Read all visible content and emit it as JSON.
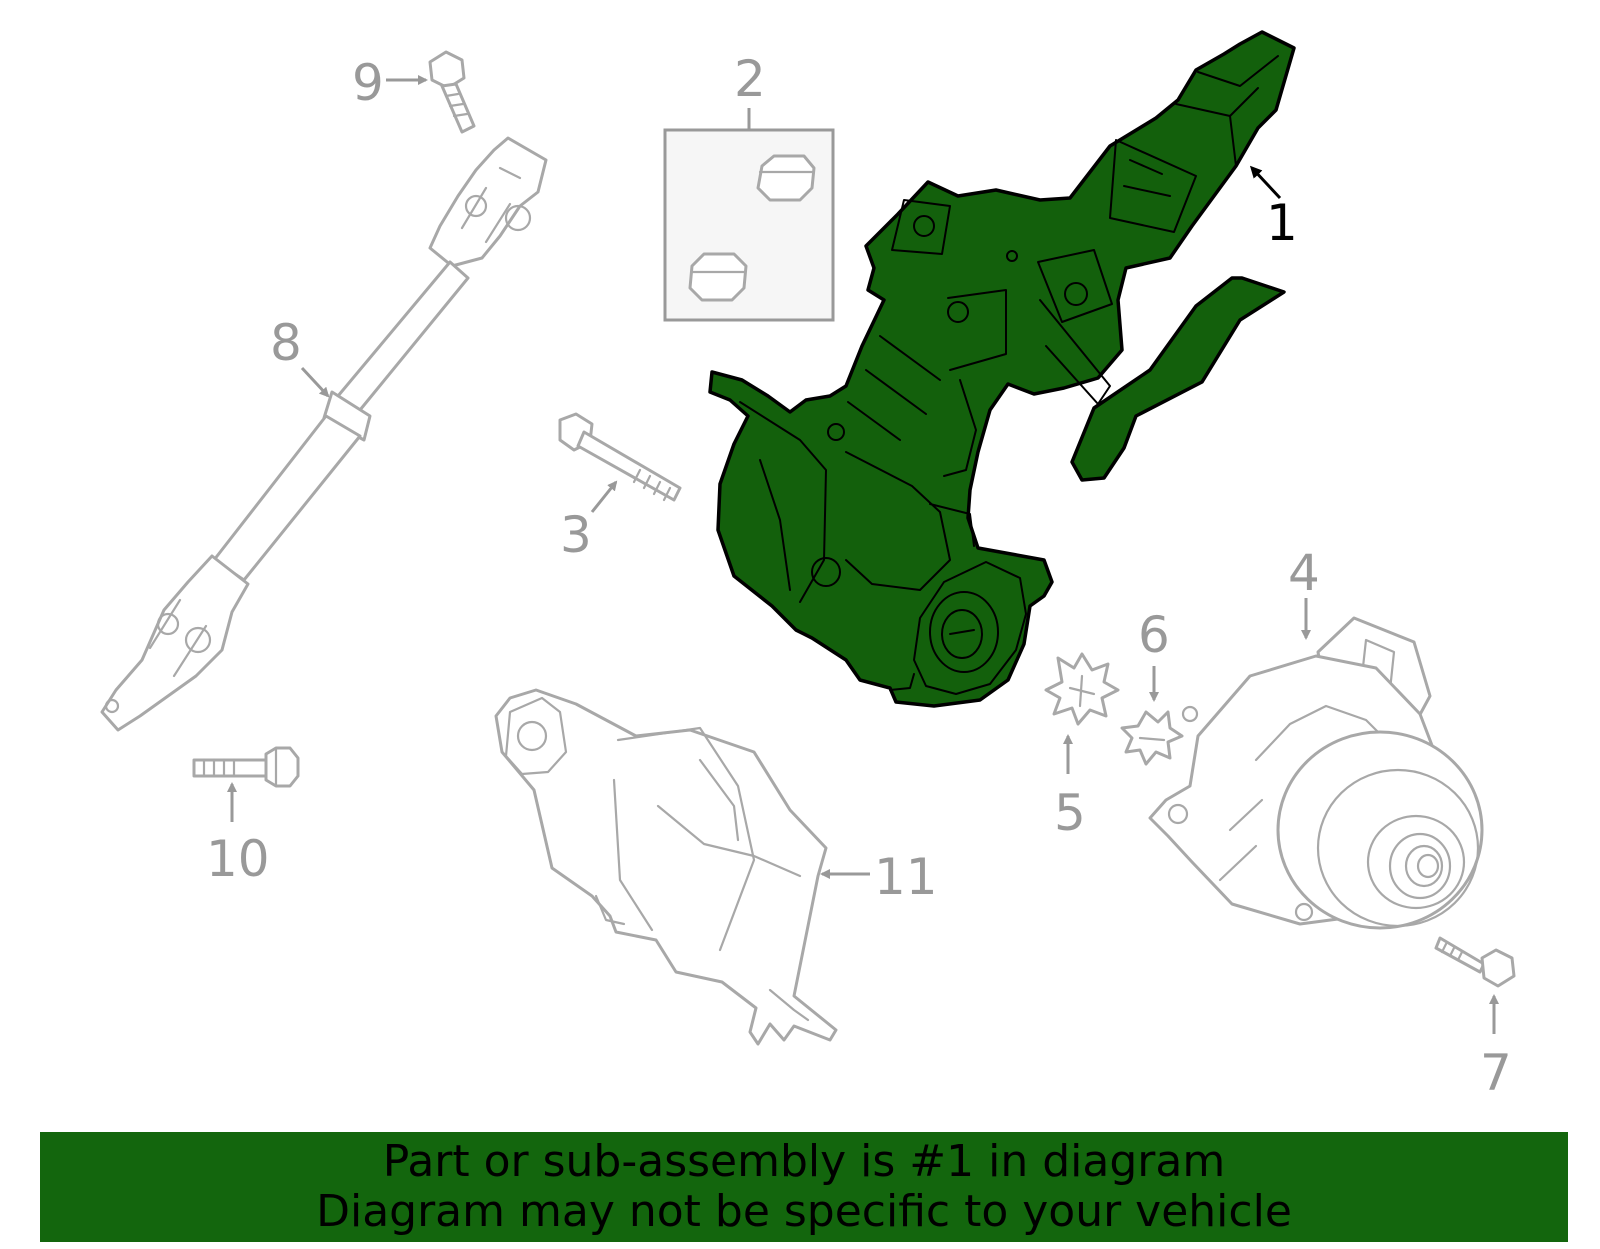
{
  "callouts": {
    "c1": "1",
    "c2": "2",
    "c3": "3",
    "c4": "4",
    "c5": "5",
    "c6": "6",
    "c7": "7",
    "c8": "8",
    "c9": "9",
    "c10": "10",
    "c11": "11"
  },
  "banner": {
    "line1": "Part or sub-assembly is #1 in diagram",
    "line2": "Diagram may not be specific to your vehicle"
  },
  "colors": {
    "highlight_fill": "#13600c",
    "banner_bg": "#13660d",
    "part_outline": "#a8a8a8",
    "callout_gray": "#999999"
  }
}
